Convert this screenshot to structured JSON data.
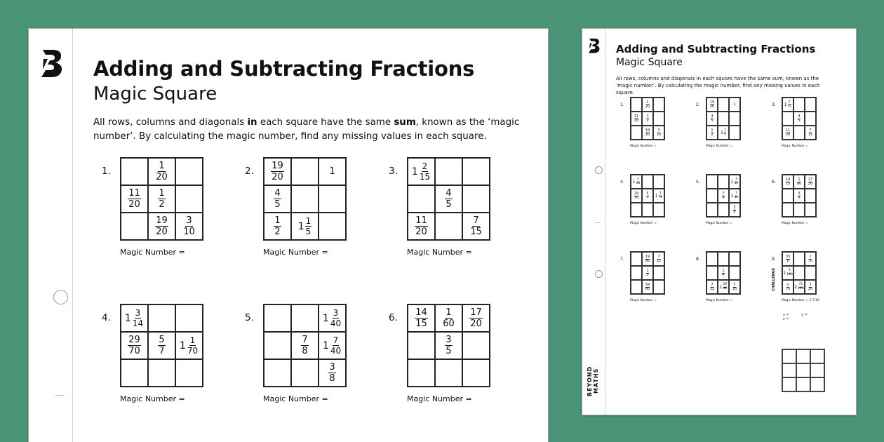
{
  "worksheet": {
    "title": "Adding and Subtracting Fractions",
    "subtitle": "Magic Square",
    "intro_parts": [
      "All rows, columns and diagonals ",
      "in",
      " each square have the same ",
      "sum",
      ", known as the ‘magic number’. By calculating the magic number, find any missing values in each square."
    ],
    "magic_label": "Magic Number =",
    "puzzles": [
      {
        "number": "1.",
        "cells": [
          [
            null,
            {
              "n": "1",
              "d": "20"
            },
            null
          ],
          [
            {
              "n": "11",
              "d": "20"
            },
            {
              "n": "1",
              "d": "2"
            },
            null
          ],
          [
            null,
            {
              "n": "19",
              "d": "20"
            },
            {
              "n": "3",
              "d": "10"
            }
          ]
        ]
      },
      {
        "number": "2.",
        "cells": [
          [
            {
              "n": "19",
              "d": "20"
            },
            null,
            {
              "t": "1"
            }
          ],
          [
            {
              "n": "4",
              "d": "5"
            },
            null,
            null
          ],
          [
            {
              "n": "1",
              "d": "2"
            },
            {
              "w": "1",
              "n": "1",
              "d": "5"
            },
            null
          ]
        ]
      },
      {
        "number": "3.",
        "cells": [
          [
            {
              "w": "1",
              "n": "2",
              "d": "15"
            },
            null,
            null
          ],
          [
            null,
            {
              "n": "4",
              "d": "5"
            },
            null
          ],
          [
            {
              "n": "11",
              "d": "20"
            },
            null,
            {
              "n": "7",
              "d": "15"
            }
          ]
        ]
      },
      {
        "number": "4.",
        "cells": [
          [
            {
              "w": "1",
              "n": "3",
              "d": "14"
            },
            null,
            null
          ],
          [
            {
              "n": "29",
              "d": "70"
            },
            {
              "n": "5",
              "d": "7"
            },
            {
              "w": "1",
              "n": "1",
              "d": "70"
            }
          ],
          [
            null,
            null,
            null
          ]
        ]
      },
      {
        "number": "5.",
        "cells": [
          [
            null,
            null,
            {
              "w": "1",
              "n": "3",
              "d": "40"
            }
          ],
          [
            null,
            {
              "n": "7",
              "d": "8"
            },
            {
              "w": "1",
              "n": "7",
              "d": "40"
            }
          ],
          [
            null,
            null,
            {
              "n": "3",
              "d": "8"
            }
          ]
        ]
      },
      {
        "number": "6.",
        "cells": [
          [
            {
              "n": "14",
              "d": "15"
            },
            {
              "n": "1",
              "d": "60"
            },
            {
              "n": "17",
              "d": "20"
            }
          ],
          [
            null,
            {
              "n": "3",
              "d": "5"
            },
            null
          ],
          [
            null,
            null,
            null
          ]
        ]
      }
    ]
  },
  "preview": {
    "title": "Adding and Subtracting Fractions",
    "subtitle": "Magic Square",
    "intro": "All rows, columns and diagonals in each square have the same sum, known as the ‘magic number’. By calculating the magic number, find any missing values in each square.",
    "magic_label": "Magic Number =",
    "challenge_label": "CHALLENGE",
    "brand": "BEYOND MATHS",
    "final_magic": "Magic Number = 2 7/10",
    "extra_puzzles": [
      {
        "number": "7.",
        "cells": [
          [
            null,
            {
              "n": "19",
              "d": "60"
            },
            {
              "n": "7",
              "d": "12"
            }
          ],
          [
            null,
            {
              "n": "1",
              "d": "3"
            },
            null
          ],
          [
            null,
            {
              "n": "59",
              "d": "60"
            },
            null
          ]
        ]
      },
      {
        "number": "8.",
        "cells": [
          [
            null,
            null,
            null
          ],
          [
            null,
            {
              "n": "1",
              "d": "4"
            },
            null
          ],
          [
            {
              "n": "7",
              "d": "12"
            },
            {
              "w": "1",
              "n": "29",
              "d": "60"
            },
            {
              "n": "7",
              "d": "20"
            }
          ]
        ]
      },
      {
        "number": "9.",
        "cells": [
          [
            {
              "n": "33",
              "d": "y"
            },
            null,
            {
              "n": "z",
              "d": "70"
            }
          ],
          [
            {
              "w": "1",
              "n": "1",
              "d": "140"
            },
            null,
            null
          ],
          [
            {
              "n": "x",
              "d": "70"
            },
            {
              "w": "2",
              "n": "71",
              "d": "140"
            },
            {
              "n": "3",
              "d": "20"
            }
          ]
        ]
      }
    ]
  }
}
